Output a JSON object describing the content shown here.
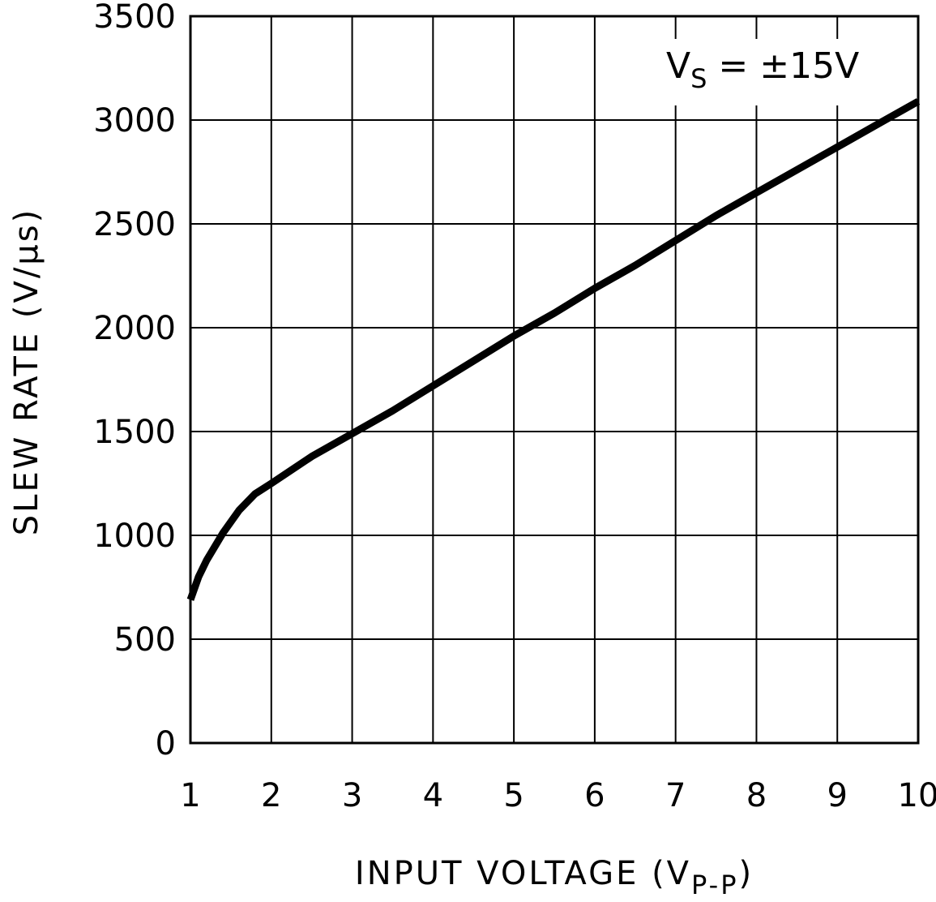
{
  "chart_data": {
    "type": "line",
    "title": "",
    "xlabel": "INPUT VOLTAGE (V",
    "xlabel_sub": "P-P",
    "xlabel_suffix": ")",
    "ylabel": "SLEW RATE (V/µs)",
    "xlim": [
      1,
      10
    ],
    "ylim": [
      0,
      3500
    ],
    "xticks": [
      1,
      2,
      3,
      4,
      5,
      6,
      7,
      8,
      9,
      10
    ],
    "yticks": [
      0,
      500,
      1000,
      1500,
      2000,
      2500,
      3000,
      3500
    ],
    "grid": true,
    "annotation": {
      "main": "V",
      "sub": "S",
      "rest": " = ±15V"
    },
    "series": [
      {
        "color": "#000000",
        "x": [
          1.0,
          1.1,
          1.2,
          1.4,
          1.6,
          1.8,
          2.0,
          2.5,
          3.0,
          3.5,
          4.0,
          4.5,
          5.0,
          5.5,
          6.0,
          6.5,
          7.0,
          7.5,
          8.0,
          8.5,
          9.0,
          9.5,
          10.0
        ],
        "y": [
          690,
          800,
          880,
          1010,
          1120,
          1200,
          1250,
          1380,
          1490,
          1600,
          1720,
          1840,
          1960,
          2070,
          2190,
          2300,
          2420,
          2540,
          2650,
          2760,
          2870,
          2980,
          3090
        ]
      }
    ]
  }
}
